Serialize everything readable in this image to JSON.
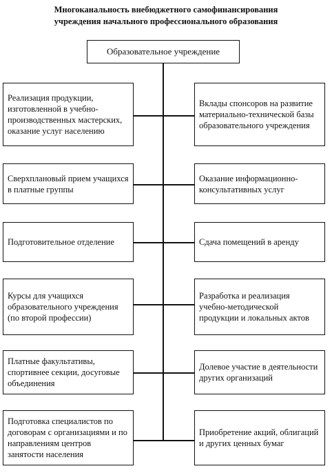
{
  "title": {
    "line1": "Многоканальность  внебюджетного  самофинансирования",
    "line2": "учреждения начального профессионального образования"
  },
  "top_box": "Образовательное учреждение",
  "left_boxes": [
    "Реализация продукции, изготовленной в учебно-производственных мастерских, оказание услуг населению",
    "Сверхплановый прием учащихся в платные группы",
    "Подготовительное отделение",
    "Курсы для учащихся образовательного учреждения (по второй профессии)",
    "Платные факультативы, спортивнее секции, досуговые объединения",
    "Подготовка специалистов по договорам с организациями и по направлениям центров занятости населения"
  ],
  "right_boxes": [
    "Вклады спонсоров на развитие материально-технической базы образовательного учреждения",
    "Оказание информационно-консультативных услуг",
    "Сдача помещений в аренду",
    "Разработка и реализация учебно-методической продукции и локальных актов",
    "Долевое участие в деятельности других организаций",
    "Приобретение акций, облигаций и других ценных бумаг"
  ]
}
